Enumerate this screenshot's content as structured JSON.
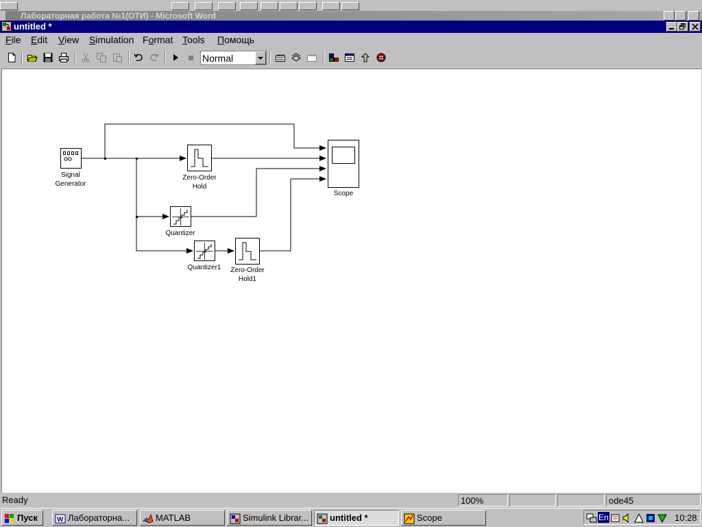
{
  "background_window": {
    "title": "Лабораторная работа №1(ОТИ) - Microsoft Word"
  },
  "window": {
    "title": "untitled *"
  },
  "menu": [
    "File",
    "Edit",
    "View",
    "Simulation",
    "Format",
    "Tools",
    "Помощь"
  ],
  "menu_underline": [
    "F",
    "E",
    "V",
    "S",
    "o",
    "T",
    "П"
  ],
  "toolbar": {
    "buttons": [
      "new-model",
      "open",
      "save",
      "print",
      "cut",
      "copy",
      "paste",
      "undo",
      "redo",
      "start-simulation",
      "stop-simulation"
    ],
    "sim_mode": "Normal",
    "right_buttons": [
      "build-model",
      "update-diagram",
      "build-subsystem",
      "library-browser",
      "model-explorer",
      "go-to-parent",
      "debugger"
    ]
  },
  "diagram": {
    "blocks": [
      {
        "id": "signal-generator",
        "label": "Signal\nGenerator"
      },
      {
        "id": "zero-order-hold",
        "label": "Zero-Order\nHold"
      },
      {
        "id": "quantizer",
        "label": "Quantizer"
      },
      {
        "id": "quantizer1",
        "label": "Quantizer1"
      },
      {
        "id": "zero-order-hold1",
        "label": "Zero-Order\nHold1"
      },
      {
        "id": "scope",
        "label": "Scope"
      }
    ]
  },
  "status": {
    "text": "Ready",
    "zoom": "100%",
    "panel3": "",
    "panel4": "",
    "solver": "ode45"
  },
  "taskbar": {
    "start": "Пуск",
    "tasks": [
      {
        "label": "Лабораторна...",
        "icon": "word-icon",
        "active": false
      },
      {
        "label": "MATLAB",
        "icon": "matlab-icon",
        "active": false
      },
      {
        "label": "Simulink Librar...",
        "icon": "simulink-icon",
        "active": false
      },
      {
        "label": "untitled *",
        "icon": "simulink-model-icon",
        "active": true
      },
      {
        "label": "Scope",
        "icon": "matlab-figure-icon",
        "active": false
      }
    ],
    "tray_lang": "En",
    "clock": "10:28"
  },
  "colors": {
    "titlebar": "#000080",
    "face": "#c0c0c0",
    "canvas": "#ffffff"
  }
}
